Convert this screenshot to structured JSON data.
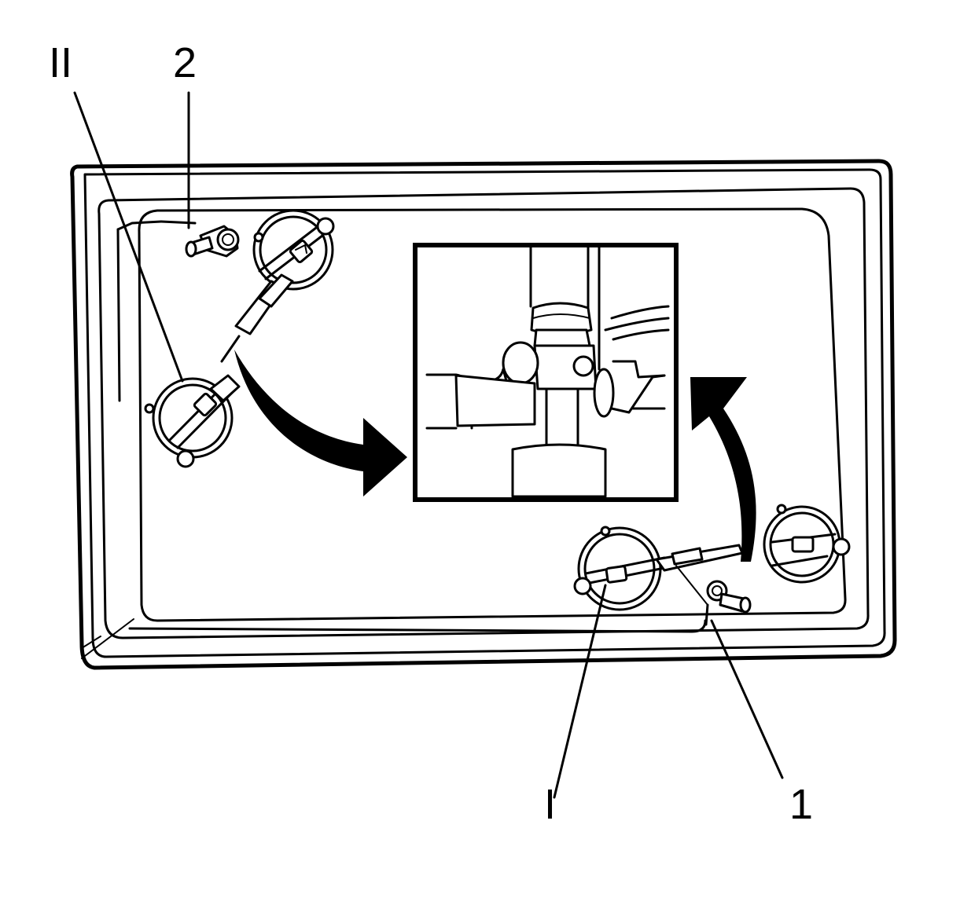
{
  "callouts": {
    "roman_two": "II",
    "number_two": "2",
    "roman_one": "I",
    "number_one": "1"
  },
  "colors": {
    "line": "#000000",
    "background": "#ffffff"
  },
  "icons": {
    "rotation_arrow_left": "curved-arrow-icon",
    "rotation_arrow_right": "curved-arrow-icon"
  }
}
